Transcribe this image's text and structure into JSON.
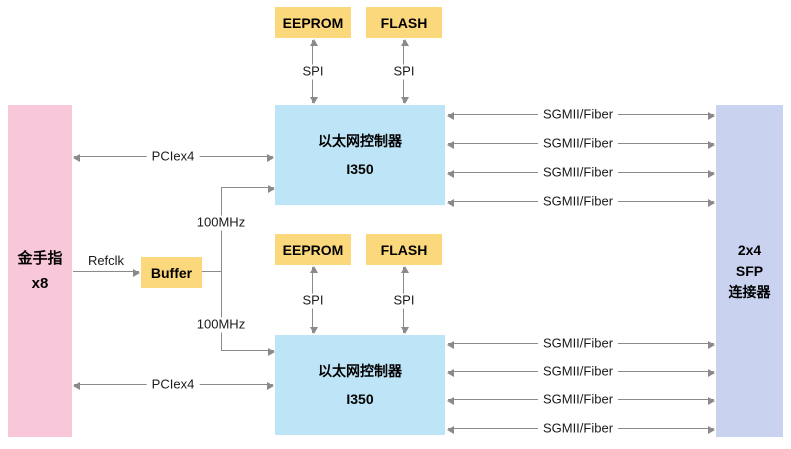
{
  "colors": {
    "pink": "#F8C8DA",
    "blue": "#BDE4F7",
    "yellow": "#FBD87B",
    "lavender": "#C9D3F0",
    "line": "#8a8a8a"
  },
  "blocks": {
    "goldfinger": {
      "line1": "金手指",
      "line2": "x8"
    },
    "sfp": {
      "line1": "2x4",
      "line2": "SFP",
      "line3": "连接器"
    },
    "eeprom_top": {
      "label": "EEPROM"
    },
    "flash_top": {
      "label": "FLASH"
    },
    "eeprom_bottom": {
      "label": "EEPROM"
    },
    "flash_bottom": {
      "label": "FLASH"
    },
    "buffer": {
      "label": "Buffer"
    },
    "i350_top": {
      "line1": "以太网控制器",
      "line2": "I350"
    },
    "i350_bottom": {
      "line1": "以太网控制器",
      "line2": "I350"
    }
  },
  "labels": {
    "spi": "SPI",
    "pciex4": "PCIex4",
    "refclk": "Refclk",
    "clk100": "100MHz",
    "sgmii": "SGMII/Fiber"
  }
}
